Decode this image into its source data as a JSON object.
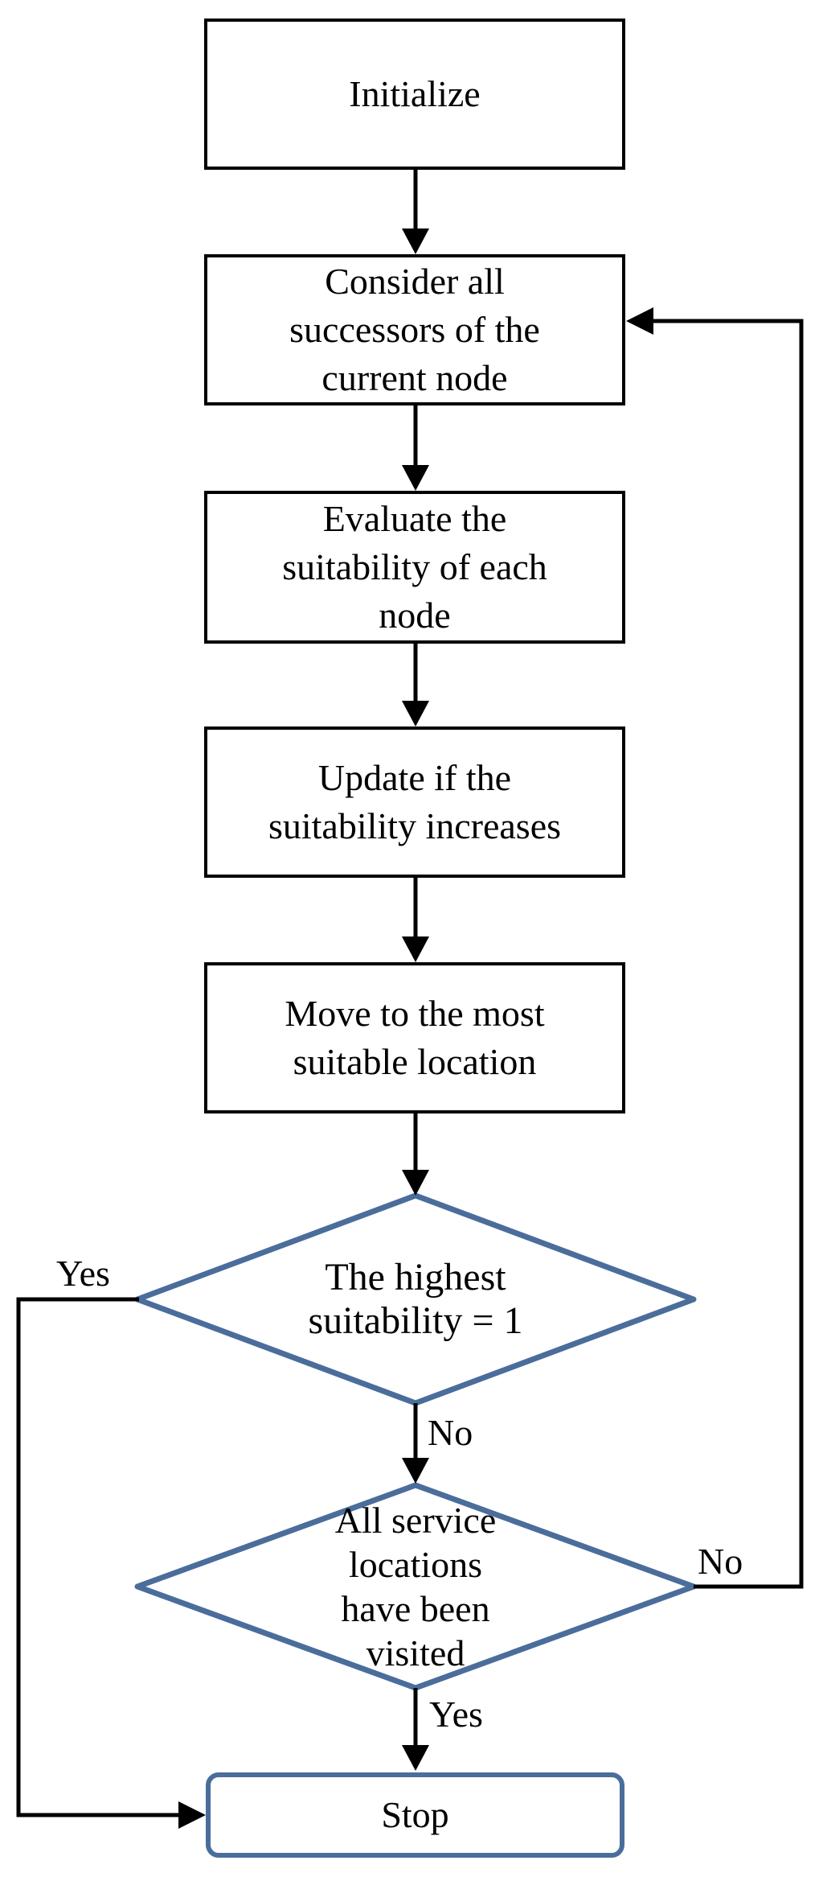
{
  "flowchart": {
    "nodes": {
      "initialize": "Initialize",
      "consider_successors": "Consider all\nsuccessors of the\ncurrent node",
      "evaluate_suitability": "Evaluate the\nsuitability of each\nnode",
      "update_suitability": "Update if the\nsuitability increases",
      "move_location": "Move to the most\nsuitable location",
      "decision_highest_suitability": "The highest\nsuitability = 1",
      "decision_all_visited": "All service\nlocations\nhave been\nvisited",
      "stop": "Stop"
    },
    "edge_labels": {
      "highest_suitability_yes": "Yes",
      "highest_suitability_no": "No",
      "all_visited_no": "No",
      "all_visited_yes": "Yes"
    },
    "colors": {
      "decision_border": "#4a6d9b",
      "terminator_border": "#4a6d9b",
      "process_border": "#000000",
      "connector": "#000000",
      "text": "#000000",
      "background": "#ffffff"
    }
  }
}
